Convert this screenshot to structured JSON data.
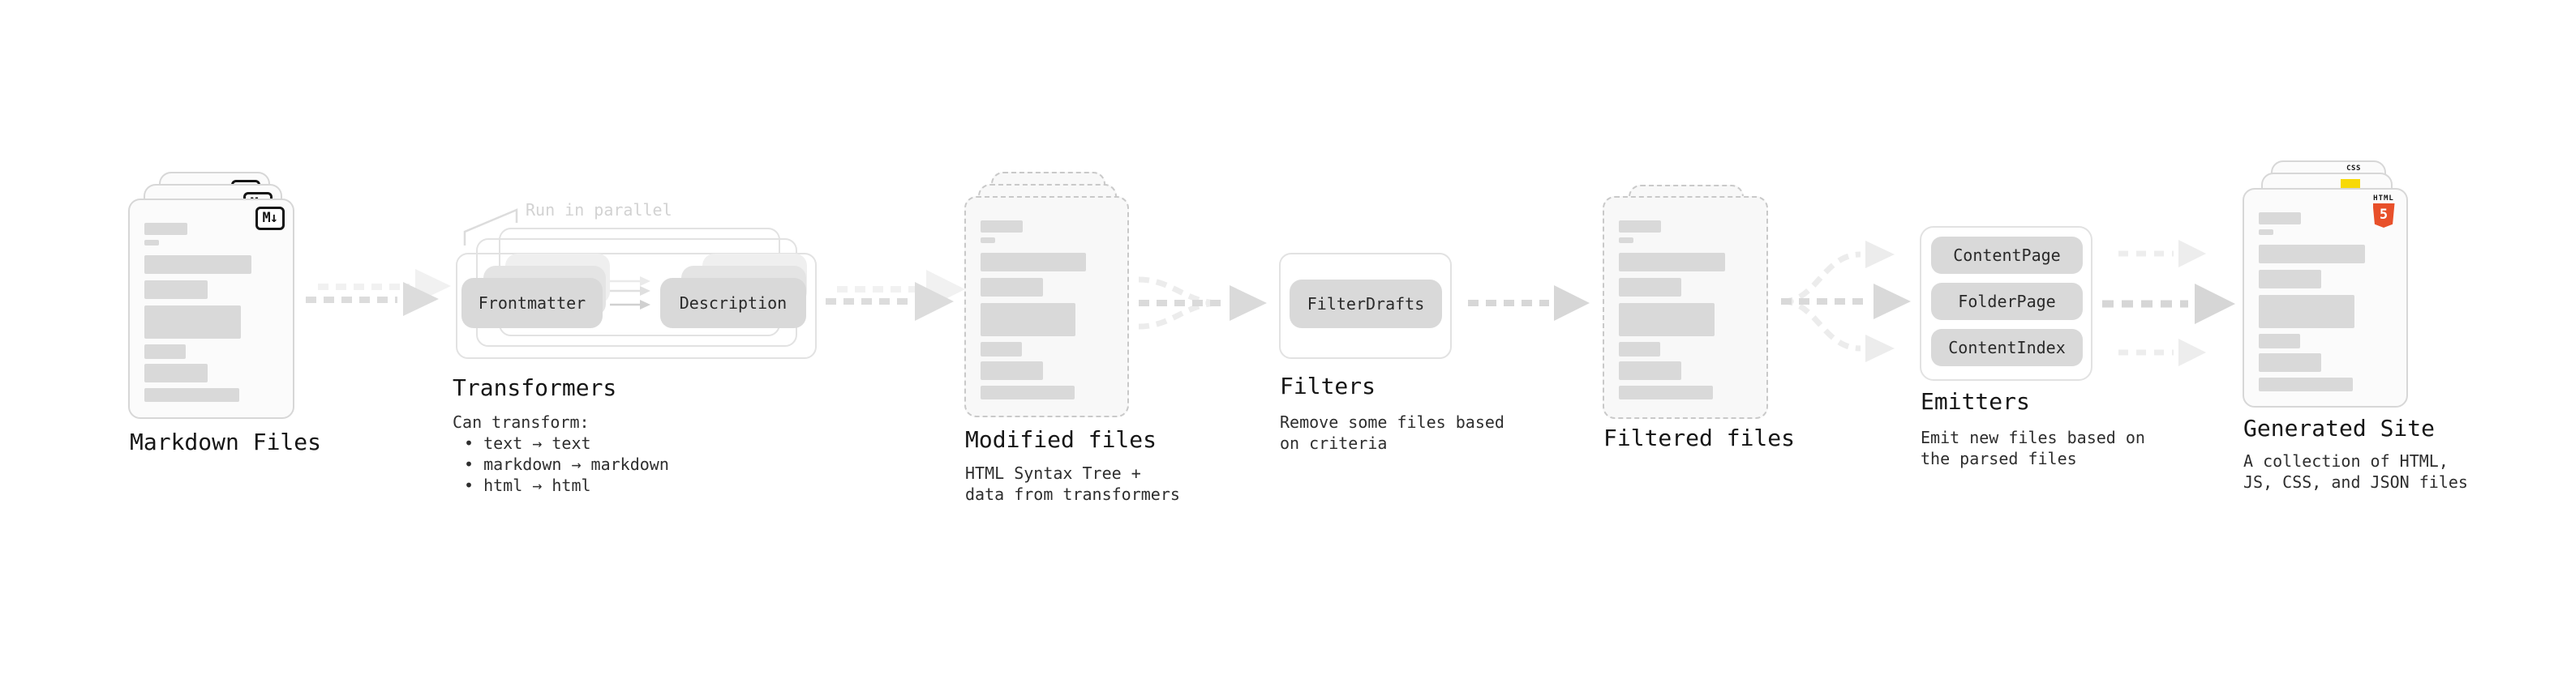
{
  "colors": {
    "html5_orange": "#e8502a",
    "js_yellow": "#f7d908",
    "css_blue": "#2d66f4",
    "pill_gray": "#d9d9d9",
    "arrow_gray": "#dadada"
  },
  "stages": [
    {
      "title": "Markdown Files",
      "badge": "M↓"
    },
    {
      "title": "Transformers",
      "note": "Run in parallel",
      "pills": [
        "Frontmatter",
        "Description"
      ],
      "caption": "Can transform:",
      "bullets": [
        "• text → text",
        "• markdown → markdown",
        "• html → html"
      ]
    },
    {
      "title": "Modified files",
      "subtitle": [
        "HTML Syntax Tree +",
        "data from transformers"
      ]
    },
    {
      "title": "Filters",
      "pills": [
        "FilterDrafts"
      ],
      "subtitle": [
        "Remove some files based",
        "on criteria"
      ]
    },
    {
      "title": "Filtered files"
    },
    {
      "title": "Emitters",
      "pills": [
        "ContentPage",
        "FolderPage",
        "ContentIndex"
      ],
      "subtitle": [
        "Emit new files based on",
        "the parsed files"
      ]
    },
    {
      "title": "Generated Site",
      "badges": {
        "html_word": "HTML",
        "html_num": "5",
        "css_word": "CSS"
      },
      "subtitle": [
        "A collection of HTML,",
        "JS, CSS, and JSON files"
      ]
    }
  ]
}
